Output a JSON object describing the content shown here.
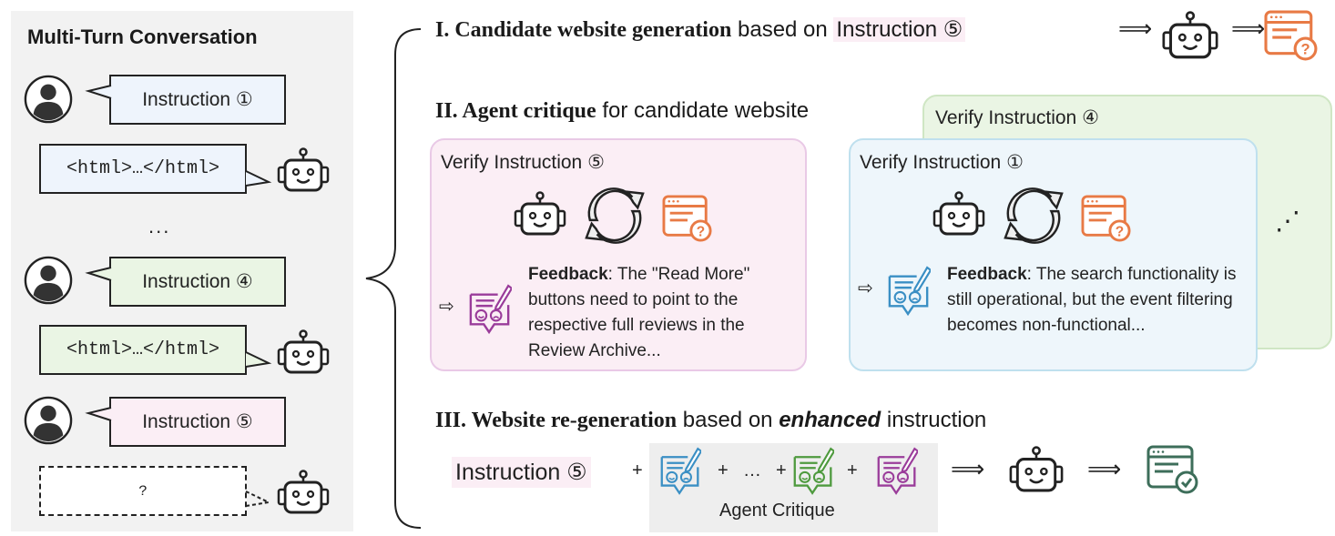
{
  "panel": {
    "title": "Multi-Turn Conversation",
    "turns": [
      {
        "user": "Instruction ①",
        "assistant": "<html>…</html>"
      },
      {
        "user": "Instruction ④",
        "assistant": "<html>…</html>"
      },
      {
        "user": "Instruction ⑤",
        "assistant": "?"
      }
    ],
    "ellipsis": "..."
  },
  "step1": {
    "bold": "I. Candidate website generation",
    "rest": " based on ",
    "instruction": "Instruction ⑤",
    "arrow": "⟹"
  },
  "step2": {
    "bold": "II. Agent critique",
    "rest": " for candidate website",
    "cards": [
      {
        "label": "Verify Instruction ⑤",
        "feedback_label": "Feedback",
        "feedback": ": The \"Read More\" buttons need to point to the respective full reviews in the Review Archive..."
      },
      {
        "label": "Verify Instruction ①",
        "feedback_label": "Feedback",
        "feedback": ": The search functionality is still operational, but the event filtering becomes non-functional..."
      },
      {
        "label": "Verify Instruction ④"
      }
    ],
    "more": "⋰",
    "pointer": "⇨"
  },
  "step3": {
    "bold": "III. Website re-generation",
    "rest1": " based on ",
    "emph": "enhanced",
    "rest2": " instruction",
    "instruction": "Instruction ⑤",
    "plus": "+",
    "dots": "…",
    "critique_label": "Agent Critique",
    "arrow": "⟹"
  },
  "colors": {
    "orange": "#e87a45",
    "blue": "#3a8fc4",
    "green": "#4e9a3e",
    "purple": "#9a3c9a",
    "teal": "#3d6e5a"
  }
}
